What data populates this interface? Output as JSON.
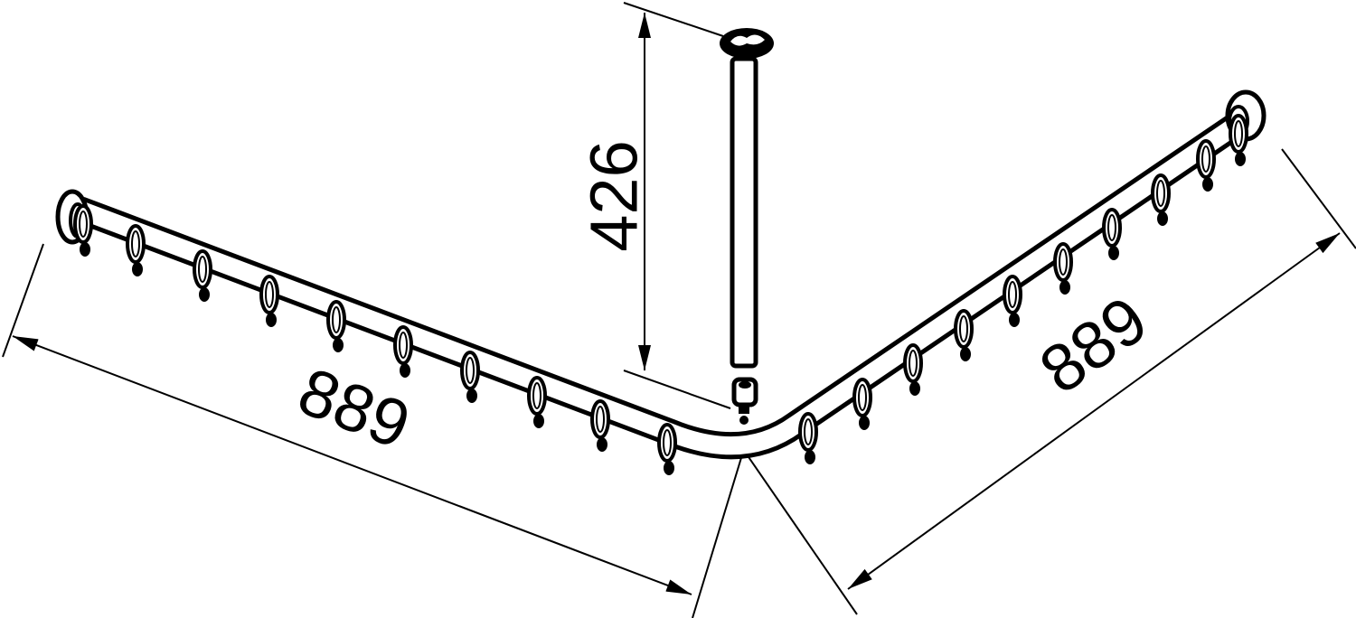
{
  "drawing": {
    "subject": "Corner shower curtain rail with ceiling support rod",
    "units": "mm",
    "dimensions": {
      "support_rod_height": "426",
      "left_rail_length": "889",
      "right_rail_length": "889"
    },
    "components": {
      "left_rail_rings": 10,
      "right_rail_rings": 10
    },
    "colors": {
      "line": "#000000",
      "background": "#ffffff"
    }
  }
}
